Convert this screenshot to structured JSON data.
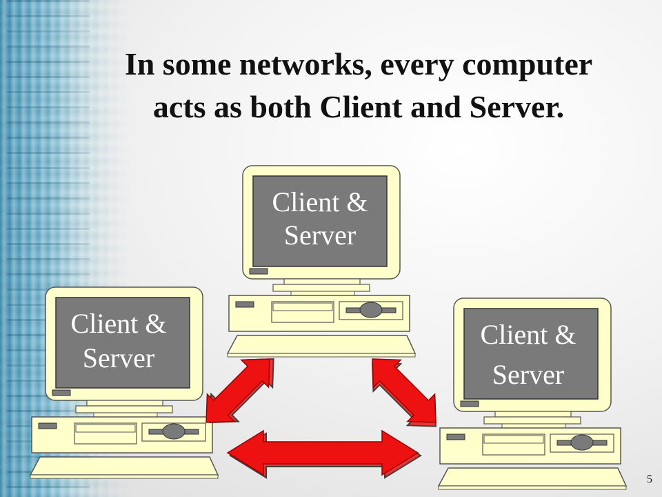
{
  "slide": {
    "title_line1": "In some networks, every computer",
    "title_line2": "acts as both Client and Server.",
    "page_number": "5"
  },
  "computers": [
    {
      "id": "top",
      "label_line1": "Client &",
      "label_line2": "Server"
    },
    {
      "id": "left",
      "label_line1": "Client &",
      "label_line2": "Server"
    },
    {
      "id": "right",
      "label_line1": "Client &",
      "label_line2": "Server"
    }
  ],
  "colors": {
    "cream": "#ffffcc",
    "screen": "#7a7a7a",
    "arrow": "#ee1111",
    "outline": "#555555"
  }
}
